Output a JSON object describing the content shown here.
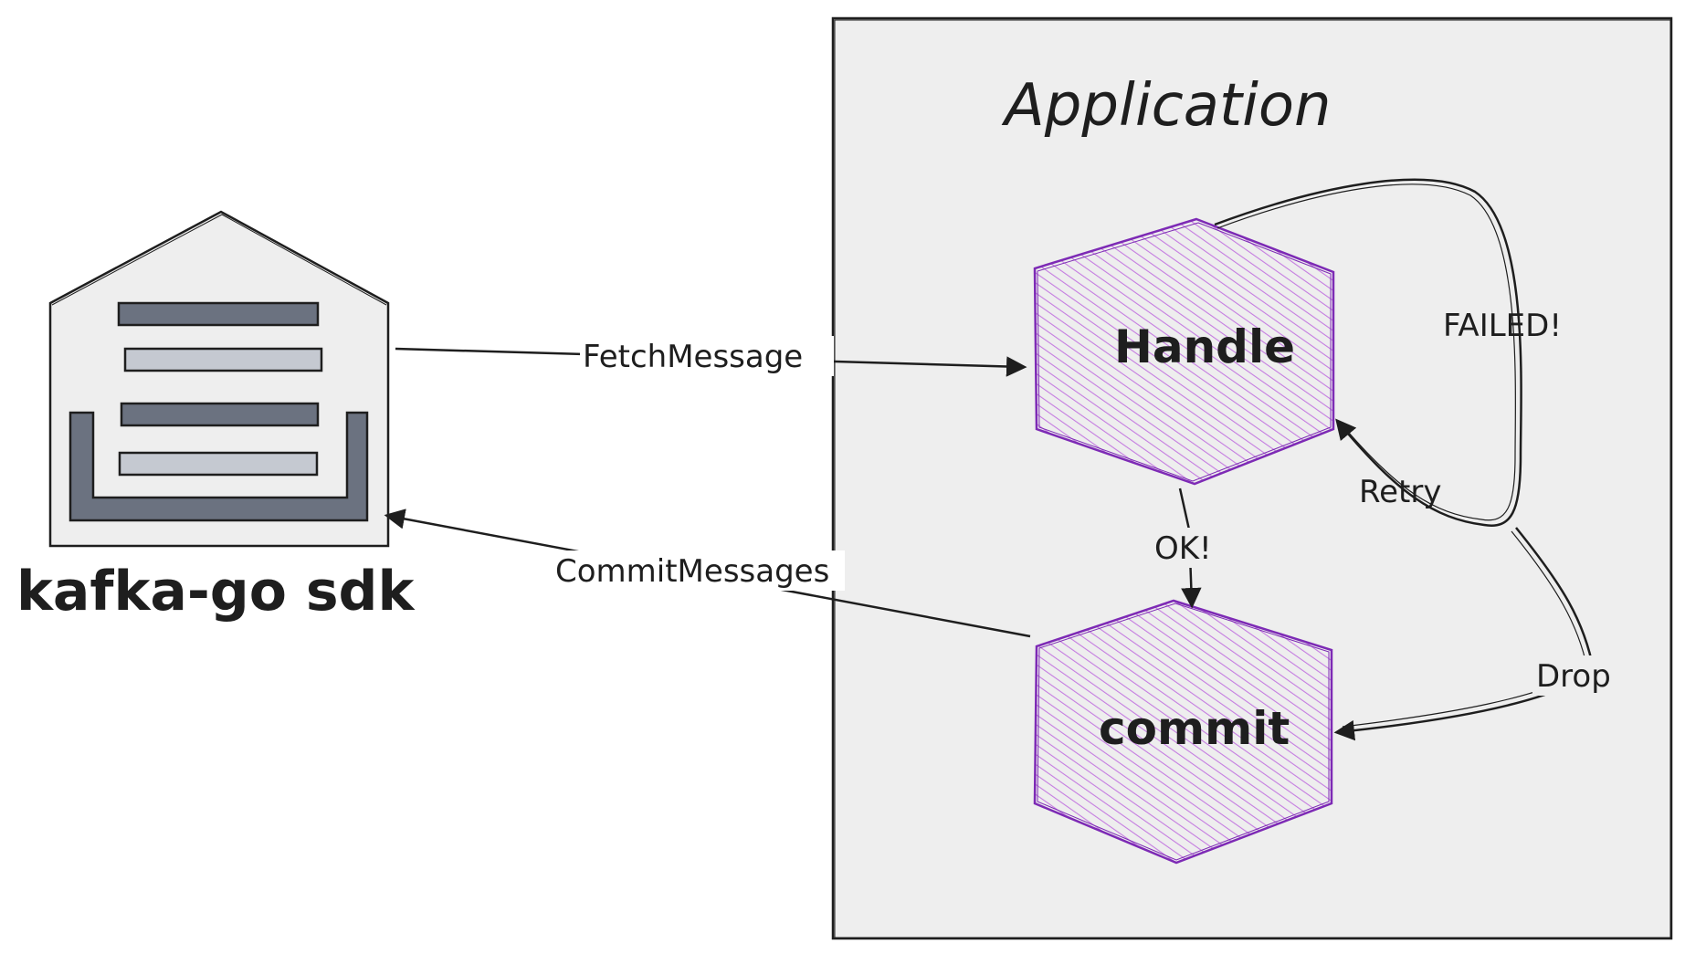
{
  "application": {
    "title": "Application"
  },
  "sdk": {
    "label": "kafka-go sdk"
  },
  "nodes": {
    "handle": "Handle",
    "commit": "commit"
  },
  "edges": {
    "fetch": "FetchMessage",
    "commit_messages": "CommitMessages",
    "ok": "OK!",
    "failed": "FAILED!",
    "retry": "Retry",
    "drop": "Drop"
  },
  "colors": {
    "app_bg": "#eeeeee",
    "hex_stroke": "#7d2ab5",
    "hex_hatch": "#c47ce0",
    "stroke": "#1e1e1e",
    "shelf_dark": "#6b7280",
    "shelf_light": "#c5c9d1"
  }
}
